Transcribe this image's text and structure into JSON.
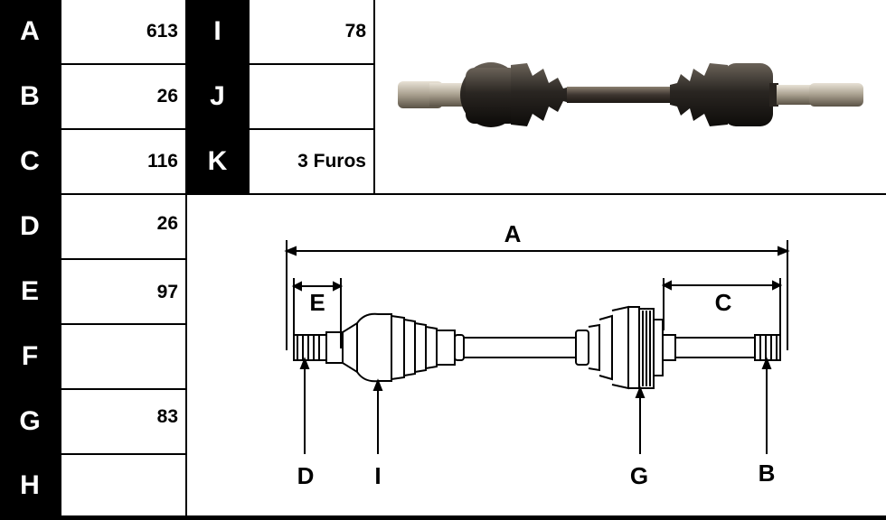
{
  "left_table": [
    {
      "label": "A",
      "value": "613"
    },
    {
      "label": "B",
      "value": "26"
    },
    {
      "label": "C",
      "value": "116"
    },
    {
      "label": "D",
      "value": "26"
    },
    {
      "label": "E",
      "value": "97"
    },
    {
      "label": "F",
      "value": ""
    },
    {
      "label": "G",
      "value": "83"
    },
    {
      "label": "H",
      "value": ""
    }
  ],
  "right_table": [
    {
      "label": "I",
      "value": "78"
    },
    {
      "label": "J",
      "value": ""
    },
    {
      "label": "K",
      "value": "3 Furos"
    }
  ],
  "diagram_labels": {
    "A": "A",
    "B": "B",
    "C": "C",
    "D": "D",
    "E": "E",
    "G": "G",
    "I": "I"
  }
}
